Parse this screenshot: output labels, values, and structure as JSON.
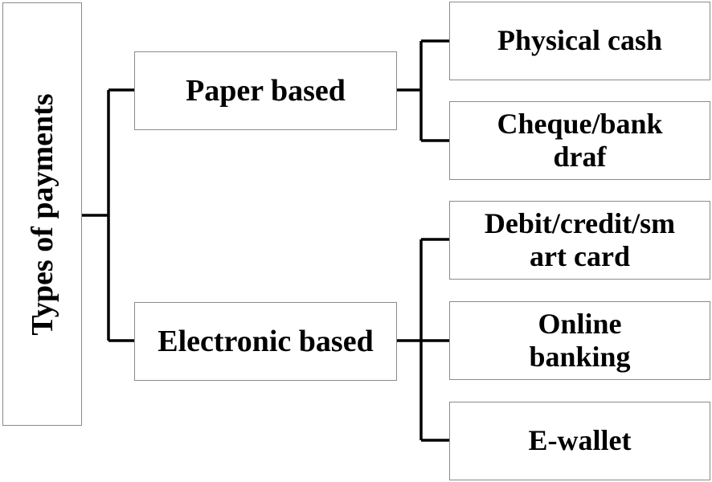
{
  "root": {
    "label": "Types of payments"
  },
  "branches": [
    {
      "label": "Paper based",
      "leaves": [
        {
          "lines": [
            "Physical cash"
          ]
        },
        {
          "lines": [
            "Cheque/bank",
            "draf"
          ]
        }
      ]
    },
    {
      "label": "Electronic based",
      "leaves": [
        {
          "lines": [
            "Debit/credit/sm",
            "art card"
          ]
        },
        {
          "lines": [
            "Online",
            "banking"
          ]
        },
        {
          "lines": [
            "E-wallet"
          ]
        }
      ]
    }
  ]
}
